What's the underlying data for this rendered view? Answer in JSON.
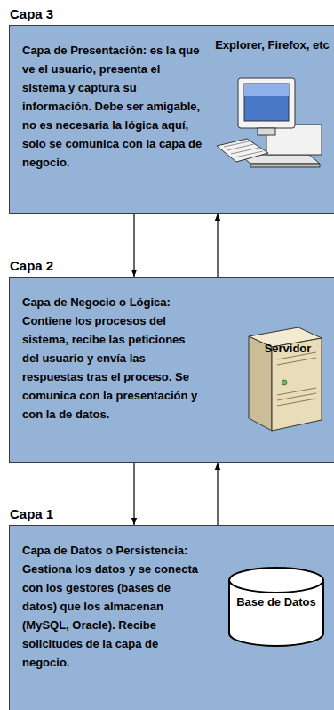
{
  "diagram": {
    "nodes": [
      {
        "text": [
          "Capa 3",
          "Capa de Presentación: es la que ve el usuario, presenta el sistema y captura su información. Debe ser amigable, no es necesaria la lógica aquí, solo se comunica con la capa de negocio.",
          "Explorer, Firefox, etc"
        ]
      },
      {
        "text": [
          "Capa 2",
          "Capa de Negocio o Lógica: Contiene los procesos del sistema, recibe las peticiones del usuario y envía las respuestas tras el proceso. Se comunica con la presentación y con la de datos.",
          "Servidor"
        ]
      },
      {
        "text": [
          "Capa 1",
          "Capa de Datos o Persistencia: Gestiona los datos y se conecta con los gestores (bases de datos) que los almacenan (MySQL, Oracle). Recibe solicitudes de la capa de negocio."
        ]
      },
      {
        "text": [
          "Base de Datos"
        ],
        "in": 2
      }
    ],
    "edges": [
      {
        "from": 0,
        "to": 1,
        "arrow": "to"
      },
      {
        "from": 1,
        "to": 0,
        "arrow": "to"
      },
      {
        "from": 1,
        "to": 2,
        "arrow": "to"
      },
      {
        "from": 2,
        "to": 1,
        "arrow": "to"
      }
    ]
  }
}
